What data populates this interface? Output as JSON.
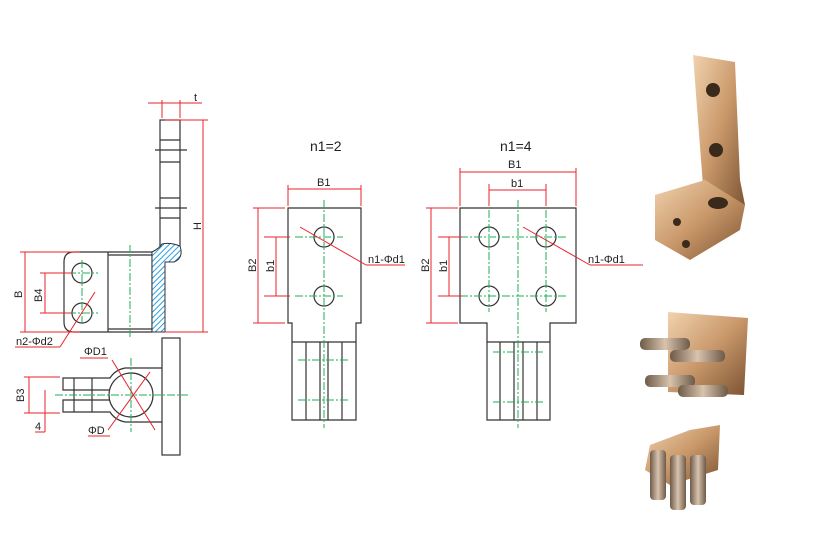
{
  "side_view": {
    "labels": {
      "t": "t",
      "H": "H",
      "B": "B",
      "B4": "B4",
      "n2_d2": "n2-Φd2",
      "D1": "ΦD1",
      "D": "ΦD",
      "B3": "B3",
      "four": "4"
    }
  },
  "variant_2": {
    "title": "n1=2",
    "B1": "B1",
    "B2": "B2",
    "b1": "b1",
    "holes": "n1-Φd1"
  },
  "variant_4": {
    "title": "n1=4",
    "B1": "B1",
    "b1_top": "b1",
    "B2": "B2",
    "b1": "b1",
    "holes": "n1-Φd1"
  },
  "colors": {
    "outline": "#333333",
    "center_line": "#1fae55",
    "dimension": "#e8232a",
    "hatch": "#2a9fe0",
    "copper": "#c9986a"
  }
}
